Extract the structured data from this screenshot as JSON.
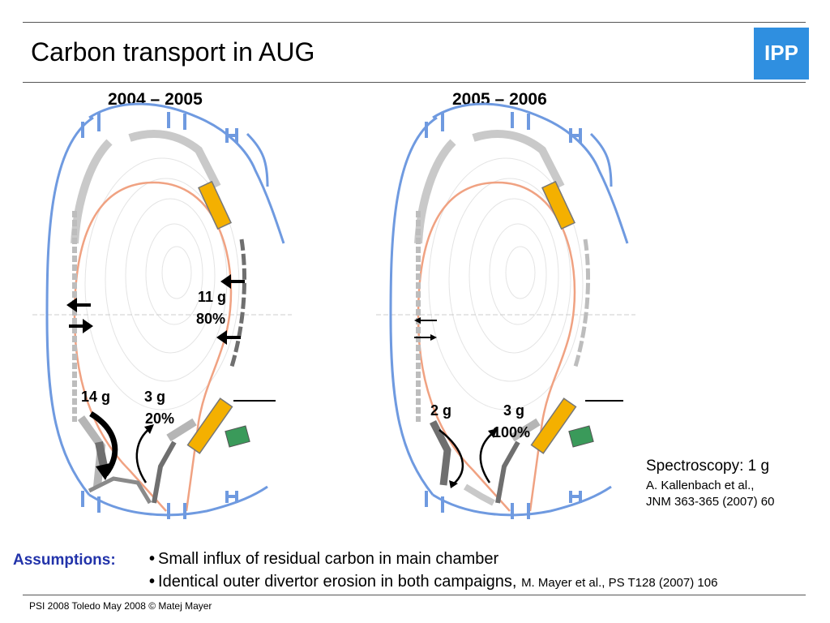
{
  "title": "Carbon transport in AUG",
  "logo_text": "IPP",
  "left_panel": {
    "campaign": "2004 – 2005",
    "main_chamber_mass": "11 g",
    "main_chamber_pct": "80%",
    "inner_divertor_mass": "14 g",
    "outer_divertor_mass": "3 g",
    "outer_divertor_pct": "20%"
  },
  "right_panel": {
    "campaign": "2005 – 2006",
    "inner_divertor_mass": "2 g",
    "outer_divertor_mass": "3 g",
    "outer_divertor_pct": "100%"
  },
  "spectroscopy": {
    "title": "Spectroscopy: 1 g",
    "ref_line1": "A. Kallenbach et al.,",
    "ref_line2": "JNM 363-365 (2007) 60"
  },
  "assumptions": {
    "label": "Assumptions:",
    "bullet1": "Small influx of residual carbon in main chamber",
    "bullet2": "Identical outer divertor erosion in both campaigns,",
    "bullet2_ref": "M. Mayer et al., PS T128 (2007) 106"
  },
  "footer": "PSI 2008 Toledo May 2008 © Matej Mayer",
  "colors": {
    "vessel": "#6f9ae0",
    "separatrix": "#f0a282",
    "tile": "#cfcfcf",
    "tile_dark": "#6f6f6f",
    "heater": "#f4b000",
    "diagnostic": "#3a9a5a",
    "label_blue": "#2233aa",
    "logo_bg": "#2f8fe0"
  }
}
